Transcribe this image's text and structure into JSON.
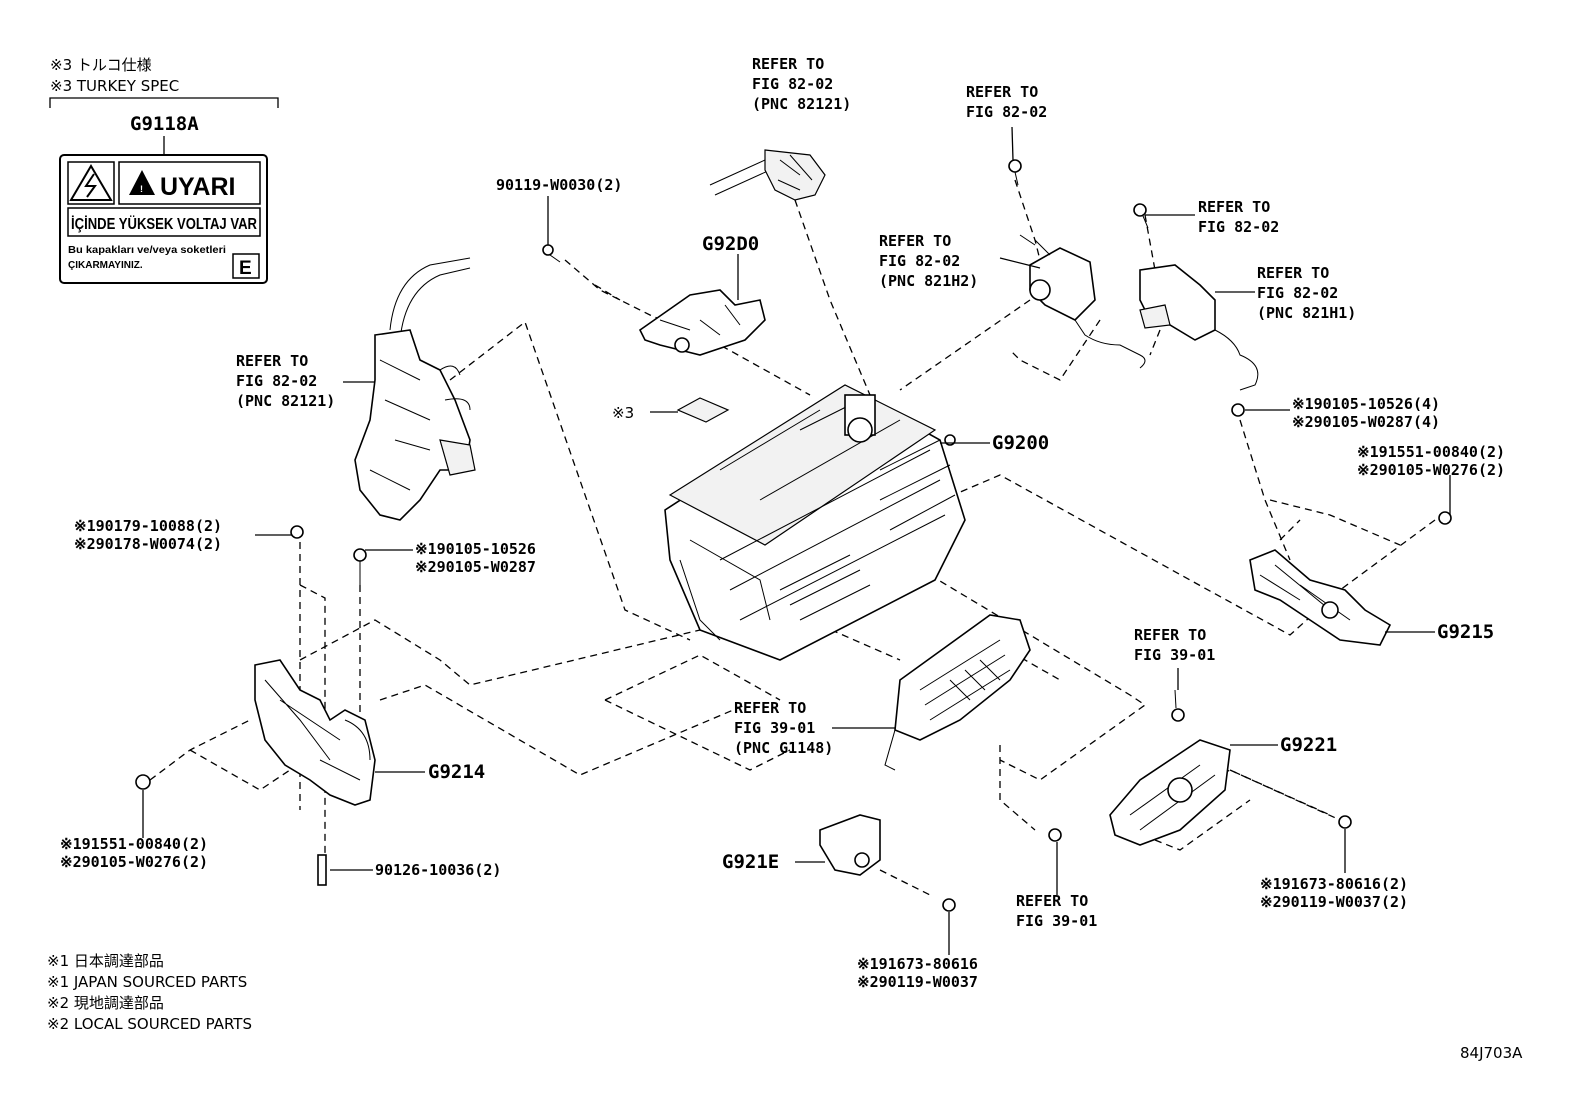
{
  "header_note": {
    "line1": "※3 トルコ仕様",
    "line2": "※3 TURKEY SPEC",
    "part": "G9118A"
  },
  "warning_label": {
    "title": "UYARI",
    "line1": "İÇİNDE YÜKSEK VOLTAJ VAR",
    "line2": "Bu kapakları ve/veya soketleri",
    "line3": "ÇIKARMAYINIZ.",
    "badge": "E"
  },
  "callouts": {
    "ref_82121_top": [
      "REFER TO",
      "FIG 82-02",
      "(PNC 82121)"
    ],
    "ref_82_02_a": [
      "REFER TO",
      "FIG 82-02"
    ],
    "ref_82_02_b": [
      "REFER TO",
      "FIG 82-02"
    ],
    "ref_821H2": [
      "REFER TO",
      "FIG 82-02",
      "(PNC 821H2)"
    ],
    "ref_821H1": [
      "REFER TO",
      "FIG 82-02",
      "(PNC 821H1)"
    ],
    "ref_82121_left": [
      "REFER TO",
      "FIG 82-02",
      "(PNC 82121)"
    ],
    "ref_39_a": [
      "REFER TO",
      "FIG 39-01"
    ],
    "ref_G1148": [
      "REFER TO",
      "FIG 39-01",
      "(PNC G1148)"
    ],
    "ref_39_b": [
      "REFER TO",
      "FIG 39-01"
    ],
    "bolt_90119_W0030": "90119-W0030(2)",
    "G92D0": "G92D0",
    "note3": "※3",
    "G9200": "G9200",
    "b_90105_10526_4": "※190105-10526(4)",
    "b_90105_W0287_4": "※290105-W0287(4)",
    "b_91551_00840_r": "※191551-00840(2)",
    "b_90105_W0276_r": "※290105-W0276(2)",
    "G9215": "G9215",
    "b_90179": "※190179-10088(2)",
    "b_90178": "※290178-W0074(2)",
    "b_90105_10526": "※190105-10526",
    "b_90105_W0287": "※290105-W0287",
    "G9214": "G9214",
    "b_91551_00840_l": "※191551-00840(2)",
    "b_90105_W0276_l": "※290105-W0276(2)",
    "b_90126": "90126-10036(2)",
    "G921E": "G921E",
    "b_91673_80616": "※191673-80616",
    "b_90119_W0037": "※290119-W0037",
    "G9221": "G9221",
    "b_91673_80616_2": "※191673-80616(2)",
    "b_90119_W0037_2": "※290119-W0037(2)"
  },
  "legend": {
    "l1": "※1 日本調達部品",
    "l2": "※1 JAPAN SOURCED PARTS",
    "l3": "※2 現地調達部品",
    "l4": "※2 LOCAL SOURCED PARTS"
  },
  "figure_id": "84J703A"
}
